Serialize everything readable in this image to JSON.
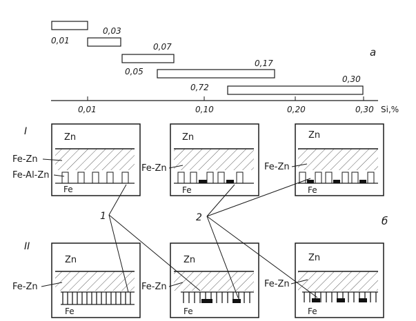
{
  "part_labels": {
    "a": "а",
    "b": "б"
  },
  "row_labels": [
    "I",
    "II"
  ],
  "callouts": [
    "1",
    "2"
  ],
  "bar_labels": [
    "0,01",
    "0,03",
    "0,07",
    "0,05",
    "0,17",
    "0,72",
    "0,30"
  ],
  "axis": {
    "ticks": [
      "0,01",
      "0,10",
      "0,20",
      "0,30"
    ],
    "unit": "Si,%"
  },
  "panel_text": {
    "zn": "Zn",
    "fe": "Fe",
    "fe_zn": "Fe-Zn",
    "fe_al_zn": "Fe-Al-Zn"
  }
}
